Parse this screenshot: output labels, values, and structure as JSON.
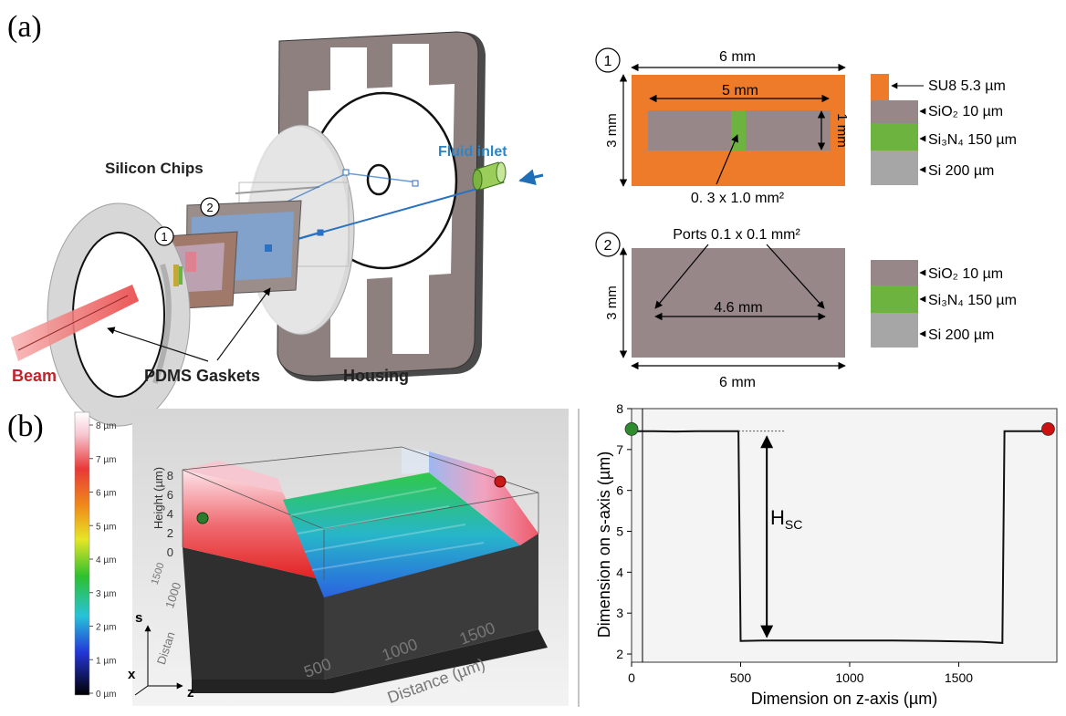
{
  "panel_a": {
    "letter": "(a)",
    "labels": {
      "silicon_chips": "Silicon Chips",
      "fluid_inlet": "Fluid inlet",
      "beam": "Beam",
      "pdms_gaskets": "PDMS Gaskets",
      "housing": "Housing",
      "chip_1": "1",
      "chip_2": "2"
    },
    "chip1": {
      "number": "1",
      "width_label": "6 mm",
      "inner_width_label": "5 mm",
      "height_label": "3 mm",
      "inner_height_label": "1 mm",
      "window_label": "0. 3 x 1.0 mm²"
    },
    "chip2": {
      "number": "2",
      "ports_label": "Ports 0.1 x 0.1 mm²",
      "spacing_label": "4.6 mm",
      "height_label": "3 mm",
      "width_label": "6 mm"
    },
    "layers_chip1": [
      {
        "label": "SU8 5.3 µm",
        "color": "#ee7b2a"
      },
      {
        "label": "SiO₂ 10 µm",
        "color": "#978788"
      },
      {
        "label": "Si₃N₄ 150 µm",
        "color": "#6db33f"
      },
      {
        "label": "Si 200 µm",
        "color": "#a6a6a6"
      }
    ],
    "layers_chip2": [
      {
        "label": "SiO₂ 10 µm",
        "color": "#978788"
      },
      {
        "label": "Si₃N₄ 150 µm",
        "color": "#6db33f"
      },
      {
        "label": "Si 200 µm",
        "color": "#a6a6a6"
      }
    ]
  },
  "panel_b": {
    "letter": "(b)",
    "colorbar_ticks": [
      "8 µm",
      "7 µm",
      "6 µm",
      "5 µm",
      "4 µm",
      "3 µm",
      "2 µm",
      "1 µm",
      "0 µm"
    ],
    "surface_plot": {
      "height_axis_label": "Height (µm)",
      "height_ticks": [
        "0",
        "2",
        "4",
        "6",
        "8"
      ],
      "distance_label": "Distance (µm)",
      "distance_ticks": [
        "500",
        "1000",
        "1500"
      ],
      "side_distance_label": "Distan",
      "side_ticks": [
        "1000",
        "1500"
      ],
      "axis_s": "s",
      "axis_x": "x",
      "axis_z": "z"
    },
    "profile": {
      "annotation_main": "H",
      "annotation_sub": "SC"
    }
  },
  "chart_data": {
    "type": "line",
    "xlabel": "Dimension on z-axis (µm)",
    "ylabel": "Dimension on s-axis (µm)",
    "xlim": [
      0,
      1950
    ],
    "ylim": [
      1.8,
      8
    ],
    "xticks": [
      0,
      500,
      1000,
      1500
    ],
    "yticks": [
      2,
      3,
      4,
      5,
      6,
      7,
      8
    ],
    "series": [
      {
        "x": [
          0,
          100,
          200,
          300,
          400,
          490,
          500,
          600,
          800,
          1000,
          1200,
          1400,
          1600,
          1700,
          1710,
          1800,
          1900
        ],
        "y": [
          7.45,
          7.45,
          7.44,
          7.45,
          7.45,
          7.45,
          2.32,
          2.33,
          2.33,
          2.33,
          2.33,
          2.32,
          2.3,
          2.27,
          7.45,
          7.45,
          7.45
        ]
      }
    ],
    "markers": [
      {
        "x": 0,
        "y": 7.5,
        "color": "#2e8b2e"
      },
      {
        "x": 1910,
        "y": 7.5,
        "color": "#cc1111"
      }
    ]
  }
}
